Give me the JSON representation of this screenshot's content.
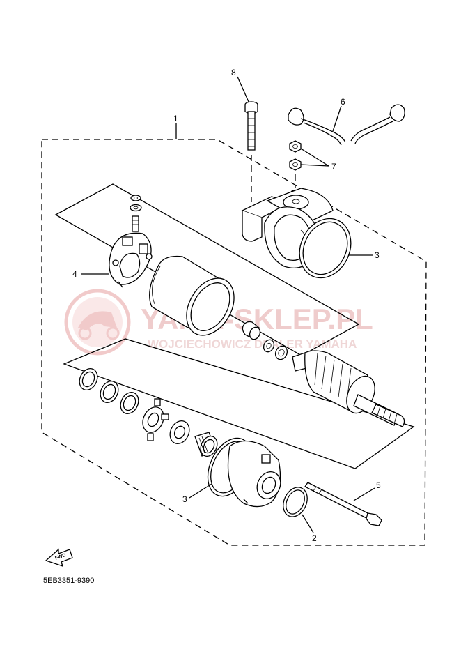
{
  "watermark": {
    "title": "YAMA-SKLEP.PL",
    "subtitle": "WOJCIECHOWICZ DEALER YAMAHA",
    "color": "#e9b7b7"
  },
  "fwd_label": "FWD",
  "diagram_code": "5EB3351-9390",
  "callouts": {
    "c1": "1",
    "c2": "2",
    "c3a": "3",
    "c3b": "3",
    "c4": "4",
    "c5": "5",
    "c6": "6",
    "c7": "7",
    "c8": "8"
  }
}
